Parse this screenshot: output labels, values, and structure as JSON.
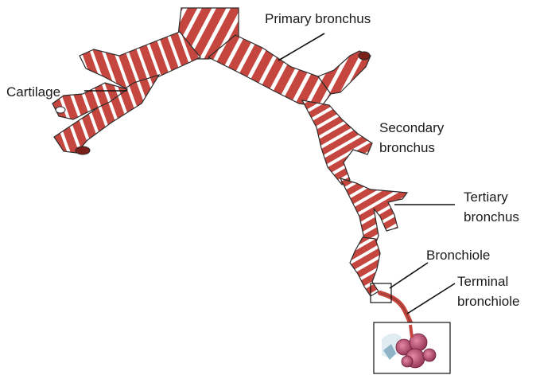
{
  "labels": {
    "primary_bronchus": "Primary bronchus",
    "cartilage": "Cartilage",
    "secondary_line1": "Secondary",
    "secondary_line2": "bronchus",
    "tertiary_line1": "Tertiary",
    "tertiary_line2": "bronchus",
    "bronchiole": "Bronchiole",
    "terminal_line1": "Terminal",
    "terminal_line2": "bronchiole"
  },
  "colors": {
    "airway_red": "#c4463e",
    "cartilage_gap": "#ffffff",
    "outline": "#2b2b2b",
    "alveoli": "#a33a5c",
    "inset_bg": "#d8e7ef"
  }
}
